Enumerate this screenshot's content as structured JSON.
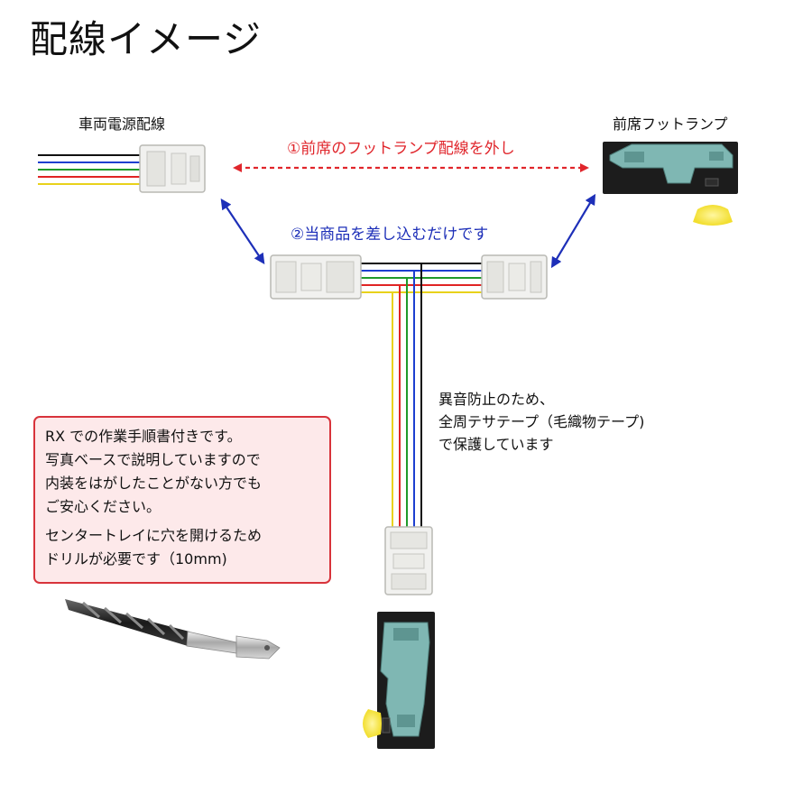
{
  "title": "配線イメージ",
  "labels": {
    "vehicle_power_wiring": "車両電源配線",
    "front_foot_lamp": "前席フットランプ"
  },
  "steps": {
    "step1": "①前席のフットランプ配線を外し",
    "step2": "②当商品を差し込むだけです"
  },
  "protection_note": {
    "line1": "異音防止のため、",
    "line2": "全周テサテープ（毛織物テープ)",
    "line3": "で保護しています"
  },
  "info_box": {
    "line1": "RX での作業手順書付きです。",
    "line2": "写真ベースで説明していますので",
    "line3": "内装をはがしたことがない方でも",
    "line4": "ご安心ください。",
    "line5": "センタートレイに穴を開けるため",
    "line6": "ドリルが必要です（10mm)"
  },
  "colors": {
    "step1_arrow": "#e0262c",
    "step2_arrow": "#1d2fb8",
    "info_border": "#d8333b",
    "info_fill": "#fde9ea",
    "wire_black": "#111111",
    "wire_blue": "#1d3fd0",
    "wire_green": "#1f9a2a",
    "wire_red": "#e02424",
    "wire_yellow": "#e8d21a",
    "connector_white": "#f1f1ef",
    "lamp_body": "#1c1c1c",
    "lamp_teal": "#7fb7b3",
    "light_glow": "#f3e34a"
  },
  "icons": [
    "drill-bit-icon",
    "light-glow-icon"
  ]
}
